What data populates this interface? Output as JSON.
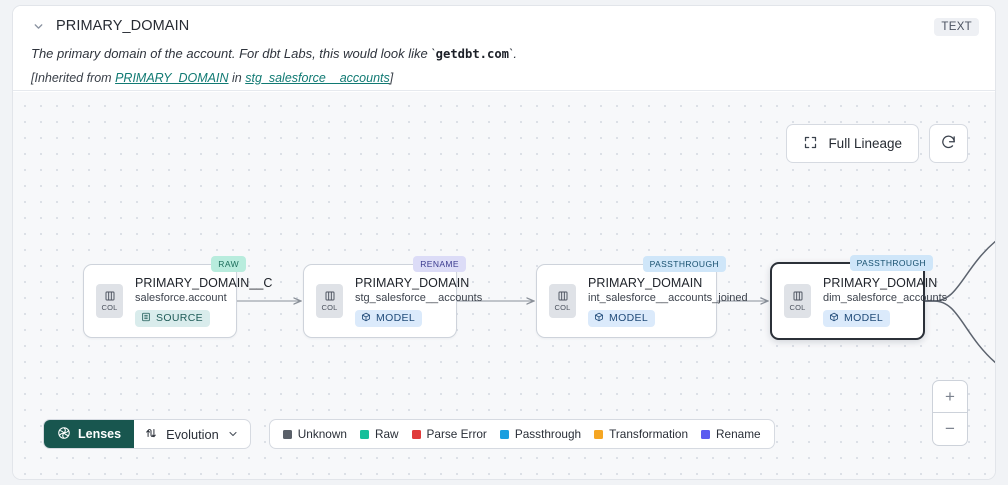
{
  "header": {
    "chevron_icon": "chevron-down-icon",
    "column_name": "PRIMARY_DOMAIN",
    "type_badge": "TEXT",
    "description_pre": "The primary domain of the account. For dbt Labs, this would look like `",
    "description_code": "getdbt.com",
    "description_post": "`.",
    "inherited_prefix": "[Inherited from ",
    "inherited_column": "PRIMARY_DOMAIN",
    "inherited_joiner": " in ",
    "inherited_model": "stg_salesforce__accounts",
    "inherited_suffix": "]"
  },
  "canvas": {
    "full_lineage_label": "Full Lineage",
    "full_lineage_icon": "expand-corners-icon",
    "refresh_icon": "refresh-icon",
    "zoom_in_label": "+",
    "zoom_out_label": "−"
  },
  "nodes": [
    {
      "tag": "RAW",
      "tag_style": "tag-raw",
      "chip_label": "COL",
      "chip_icon": "columns-icon",
      "title": "PRIMARY_DOMAIN__C",
      "subtitle": "salesforce.account",
      "kind": "SOURCE",
      "kind_icon": "database-icon",
      "kind_style": "kind-source",
      "selected": false
    },
    {
      "tag": "RENAME",
      "tag_style": "tag-rename",
      "chip_label": "COL",
      "chip_icon": "columns-icon",
      "title": "PRIMARY_DOMAIN",
      "subtitle": "stg_salesforce__accounts",
      "kind": "MODEL",
      "kind_icon": "cube-icon",
      "kind_style": "kind-model",
      "selected": false
    },
    {
      "tag": "PASSTHROUGH",
      "tag_style": "tag-pass",
      "chip_label": "COL",
      "chip_icon": "columns-icon",
      "title": "PRIMARY_DOMAIN",
      "subtitle": "int_salesforce__accounts_joined",
      "kind": "MODEL",
      "kind_icon": "cube-icon",
      "kind_style": "kind-model",
      "selected": false
    },
    {
      "tag": "PASSTHROUGH",
      "tag_style": "tag-pass",
      "chip_label": "COL",
      "chip_icon": "columns-icon",
      "title": "PRIMARY_DOMAIN",
      "subtitle": "dim_salesforce_accounts",
      "kind": "MODEL",
      "kind_icon": "cube-icon",
      "kind_style": "kind-model",
      "selected": true
    }
  ],
  "toolbar": {
    "lenses_label": "Lenses",
    "lenses_icon": "aperture-icon",
    "evolution_label": "Evolution",
    "evolution_icon": "flow-arrows-icon",
    "evolution_chevron": "chevron-down-icon"
  },
  "legend": [
    {
      "label": "Unknown",
      "color": "#5a6069"
    },
    {
      "label": "Raw",
      "color": "#16bf9a"
    },
    {
      "label": "Parse Error",
      "color": "#e03a3a"
    },
    {
      "label": "Passthrough",
      "color": "#1a9fe0"
    },
    {
      "label": "Transformation",
      "color": "#f5a623"
    },
    {
      "label": "Rename",
      "color": "#5b5bf0"
    }
  ]
}
